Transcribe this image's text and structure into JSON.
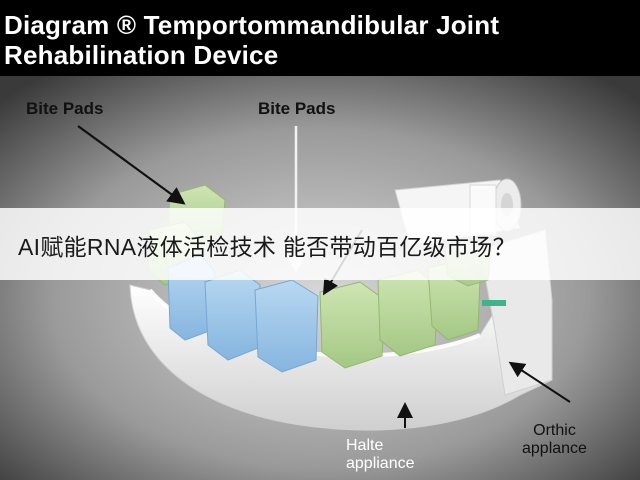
{
  "title": {
    "line1": "Diagram ® Temportommandibular Joint",
    "line2": "Rehabilination Device"
  },
  "labels": {
    "bite_pads_left": "Bite Pads",
    "bite_pads_center": "Bite Pads",
    "halte_line1": "Halte",
    "halte_line2": "appliance",
    "orthic_line1": "Orthic",
    "orthic_line2": "applance"
  },
  "overlay": {
    "headline": "AI赋能RNA液体活检技术 能否带动百亿级市场？"
  },
  "colors": {
    "title_bg": "#000000",
    "green_tooth": "#b9d89a",
    "blue_tooth": "#9fc8ea",
    "device_white": "#f4f4f4",
    "accent_stripe": "#3fb38a"
  }
}
